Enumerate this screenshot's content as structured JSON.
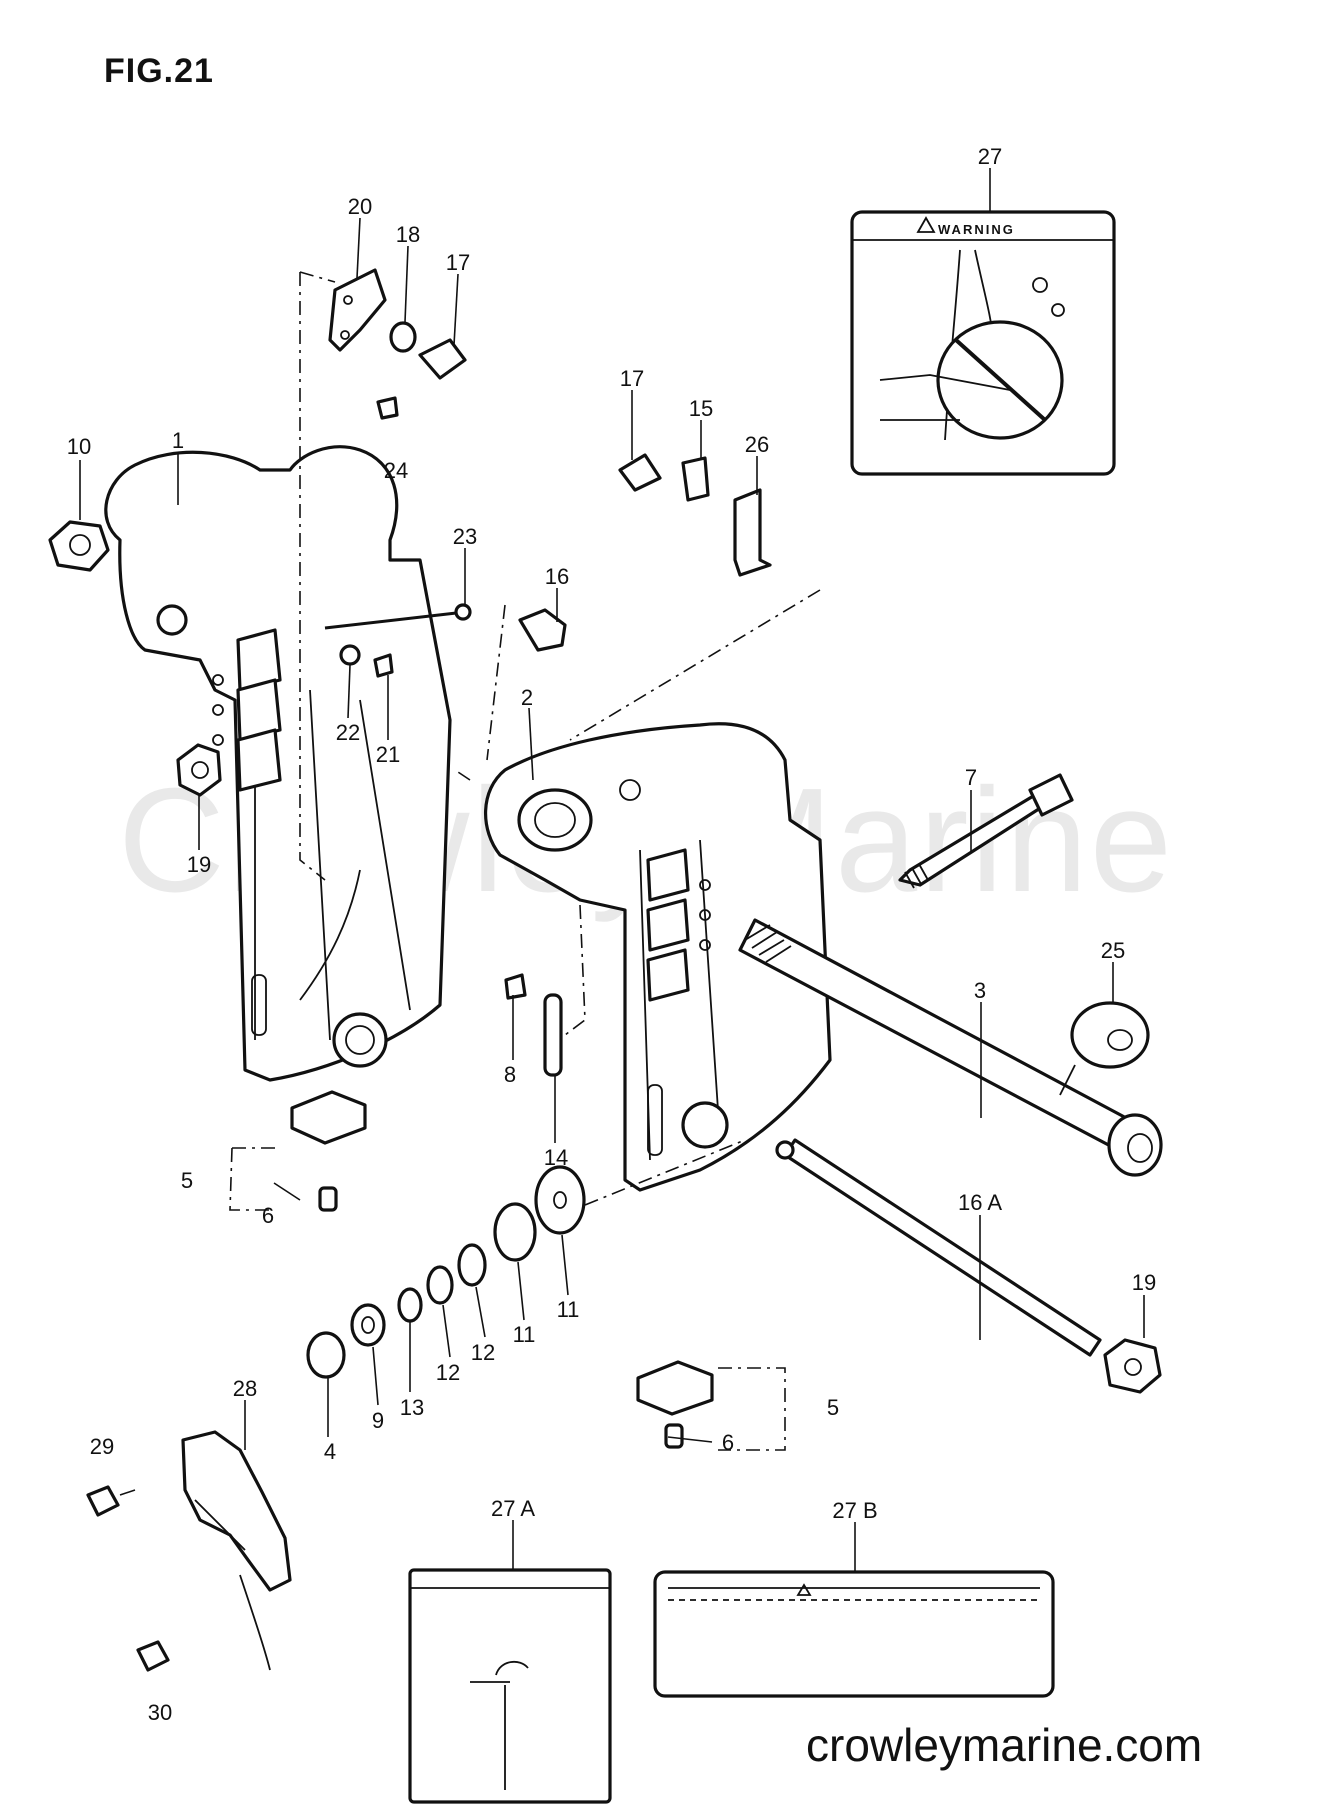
{
  "figure_label": "FIG.21",
  "watermark": "Crowley Marine",
  "site_url": "crowleymarine.com",
  "warning_label_text": "WARNING",
  "callouts": [
    {
      "id": "c1",
      "text": "1"
    },
    {
      "id": "c2",
      "text": "2"
    },
    {
      "id": "c3",
      "text": "3"
    },
    {
      "id": "c4",
      "text": "4"
    },
    {
      "id": "c5a",
      "text": "5"
    },
    {
      "id": "c5b",
      "text": "5"
    },
    {
      "id": "c6a",
      "text": "6"
    },
    {
      "id": "c6b",
      "text": "6"
    },
    {
      "id": "c7",
      "text": "7"
    },
    {
      "id": "c8",
      "text": "8"
    },
    {
      "id": "c9",
      "text": "9"
    },
    {
      "id": "c10",
      "text": "10"
    },
    {
      "id": "c11a",
      "text": "11"
    },
    {
      "id": "c11b",
      "text": "11"
    },
    {
      "id": "c12a",
      "text": "12"
    },
    {
      "id": "c12b",
      "text": "12"
    },
    {
      "id": "c13",
      "text": "13"
    },
    {
      "id": "c14",
      "text": "14"
    },
    {
      "id": "c15",
      "text": "15"
    },
    {
      "id": "c16",
      "text": "16"
    },
    {
      "id": "c16A",
      "text": "16 A"
    },
    {
      "id": "c17a",
      "text": "17"
    },
    {
      "id": "c17b",
      "text": "17"
    },
    {
      "id": "c18",
      "text": "18"
    },
    {
      "id": "c19a",
      "text": "19"
    },
    {
      "id": "c19b",
      "text": "19"
    },
    {
      "id": "c20",
      "text": "20"
    },
    {
      "id": "c21",
      "text": "21"
    },
    {
      "id": "c22",
      "text": "22"
    },
    {
      "id": "c23",
      "text": "23"
    },
    {
      "id": "c24",
      "text": "24"
    },
    {
      "id": "c25",
      "text": "25"
    },
    {
      "id": "c26",
      "text": "26"
    },
    {
      "id": "c27",
      "text": "27"
    },
    {
      "id": "c27A",
      "text": "27 A"
    },
    {
      "id": "c27B",
      "text": "27 B"
    },
    {
      "id": "c28",
      "text": "28"
    },
    {
      "id": "c29",
      "text": "29"
    },
    {
      "id": "c30",
      "text": "30"
    }
  ]
}
